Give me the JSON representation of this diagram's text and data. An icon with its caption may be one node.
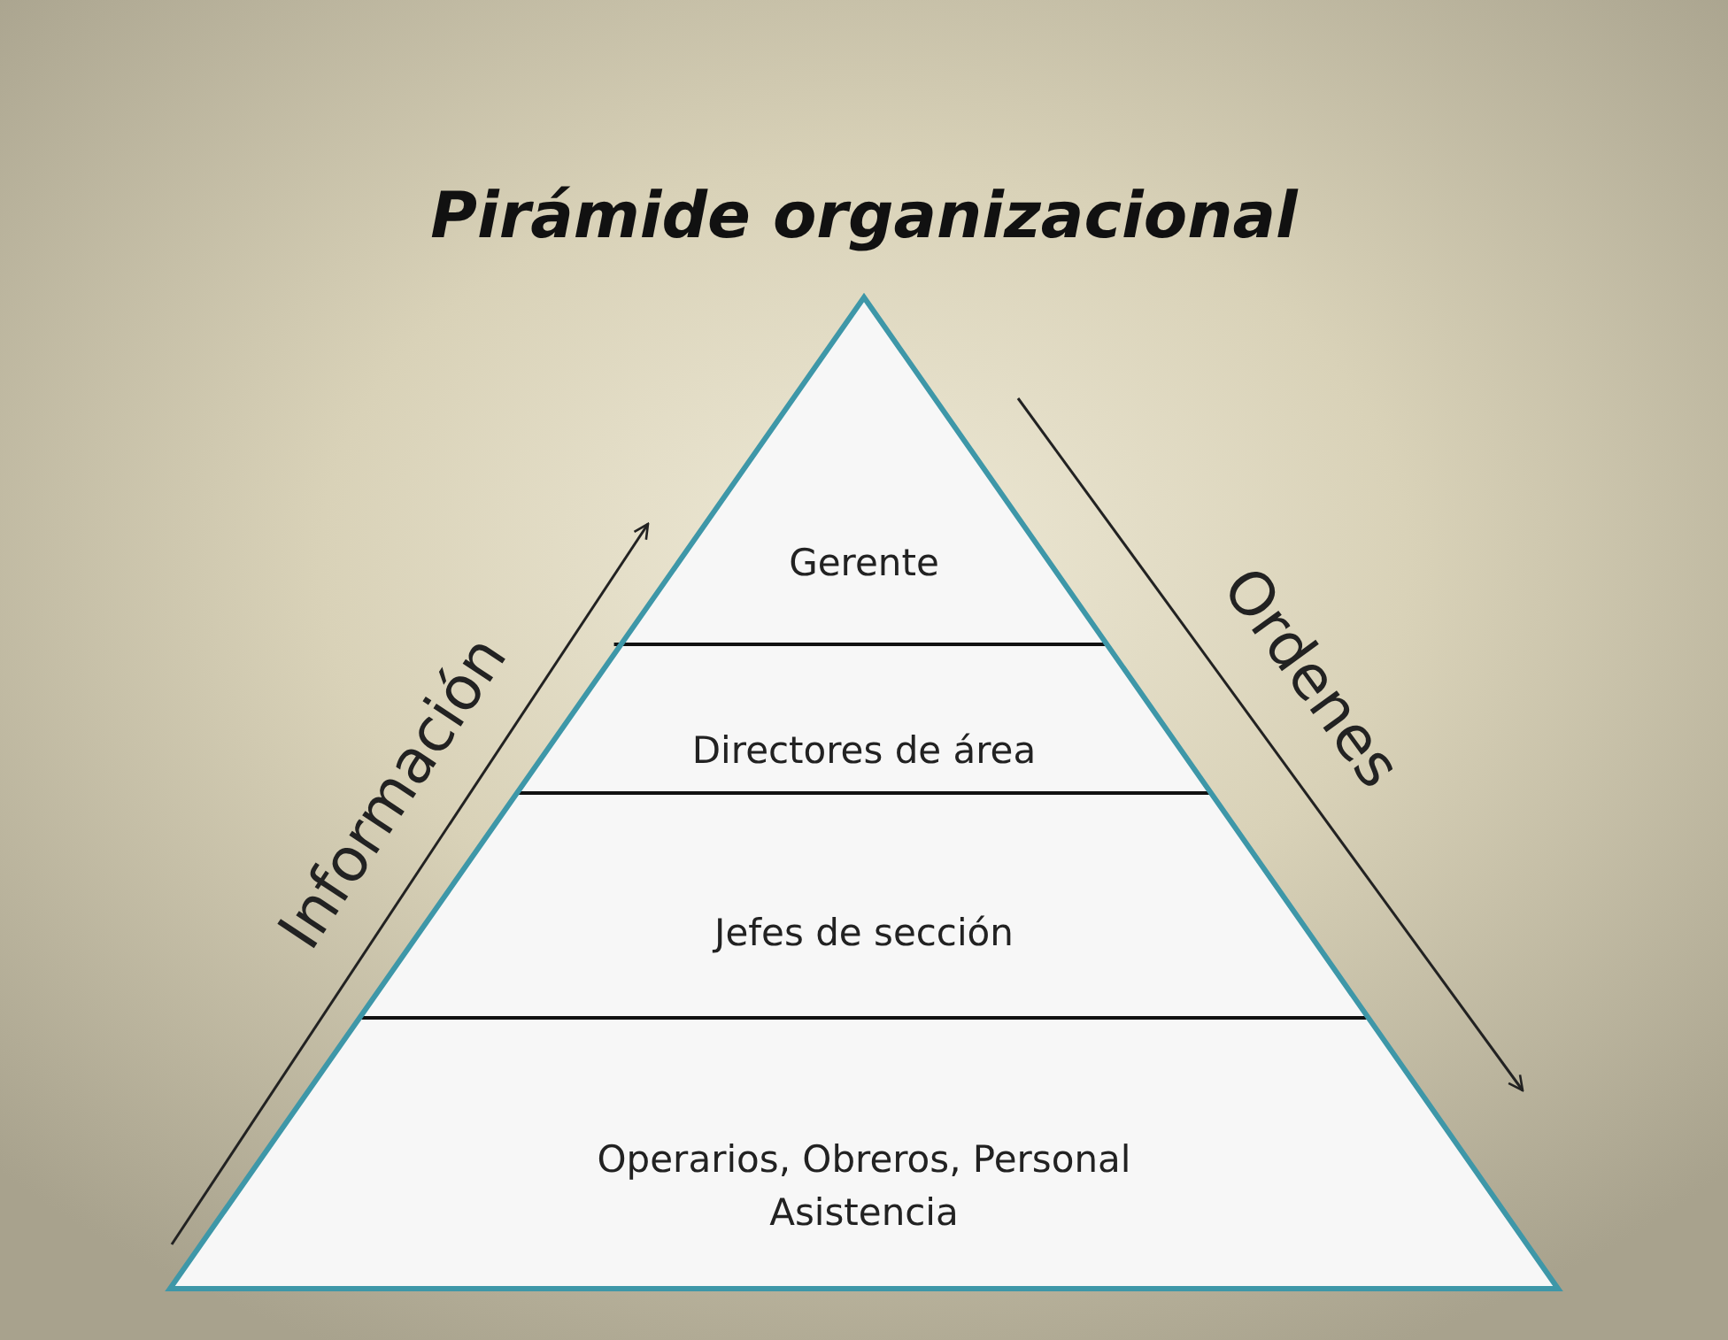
{
  "diagram": {
    "title": "Pirámide organizacional",
    "nodes": [
      {
        "text": [
          "Gerente"
        ]
      },
      {
        "text": [
          "Directores de área"
        ]
      },
      {
        "text": [
          "Jefes de sección"
        ]
      },
      {
        "text": [
          "Operarios, Obreros, Personal Asistencia"
        ]
      }
    ],
    "labels": [
      "Información",
      "Ordenes"
    ]
  }
}
